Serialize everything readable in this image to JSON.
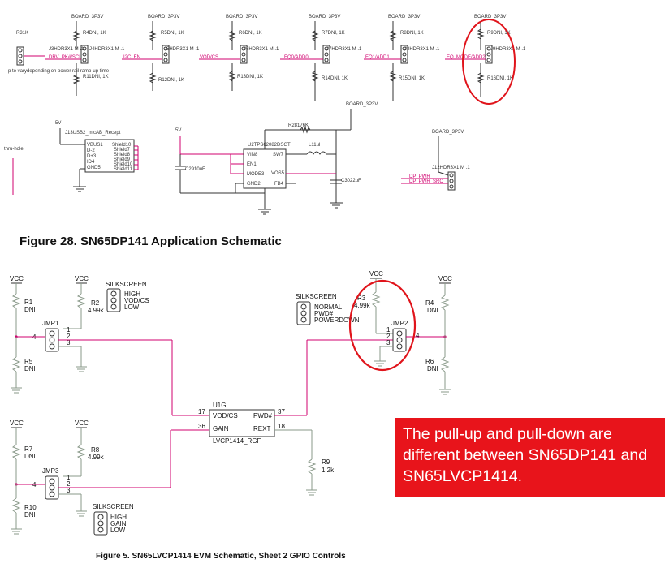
{
  "figure28": {
    "title": "Figure 28.  SN65DP141 Application Schematic",
    "board_label": "BOARD_3P3V",
    "nets": [
      "DRV_PK#/SCL",
      "I2C_EN",
      "VOD/CS",
      "EQ0/ADD0",
      "EQ1/ADD1",
      "EQ_MODE/ADD2"
    ],
    "top_resistors": [
      "R4DNI, 1K",
      "R5DNI, 1K",
      "R6DNI, 1K",
      "R7DNI, 1K",
      "R8DNI, 1K",
      "R9DNI, 1K"
    ],
    "bottom_resistors": [
      "R11DNI, 1K",
      "R12DNI, 1K",
      "R13DNI, 1K",
      "R14DNI, 1K",
      "R15DNI, 1K",
      "R16DNI, 1K"
    ],
    "headers": [
      "J4HDR3X1 M .1",
      "J5HDR3X1 M .1",
      "J6HDR3X1 M .1",
      "J7HDR3X1 M .1",
      "J8HDR3X1 M .1",
      "J9HDR3X1 M .1"
    ],
    "left_resistor": "R31K",
    "left_header": "J3HDR3X1 M .1",
    "note": "p to varydepending on power rail ramp-up time",
    "thru_hole": "thru-hole",
    "usb": {
      "v5": "5V",
      "part": "J13USB2_micAB_Recept",
      "pins_left": [
        "VBUS1",
        "D-2",
        "D+3",
        "ID4",
        "GND5"
      ],
      "pins_right": [
        "Shield10",
        "Shield7",
        "Shield8",
        "Shield9",
        "Shield10",
        "Shield11"
      ]
    },
    "regulator": {
      "v5": "5V",
      "part": "U2TPS62082DSGT",
      "pins_left": [
        "VIN8",
        "EN1",
        "MODE3",
        "GND2"
      ],
      "pins_right": [
        "SW7",
        "VOS5",
        "FB4"
      ],
      "cap_in": "C2910uF",
      "inductor": "L11uH",
      "cap_out": "C3022uF",
      "resistor": "R28176K",
      "board": "BOARD_3P3V"
    },
    "power_header": {
      "board": "BOARD_3P3V",
      "part": "J12HDR3X1 M .1",
      "nets": [
        "DP_PWR",
        "DP_PWR_SRC"
      ]
    }
  },
  "figure5": {
    "title": "Figure 5. SN65LVCP1414 EVM Schematic, Sheet 2 GPIO Controls",
    "vcc": "VCC",
    "silkscreen": "SILKSCREEN",
    "jmp1": {
      "name": "JMP1",
      "pins": [
        "1",
        "2",
        "3",
        "4"
      ],
      "silk": [
        "HIGH",
        "VOD/CS",
        "LOW"
      ]
    },
    "jmp2": {
      "name": "JMP2",
      "pins": [
        "1",
        "2",
        "3",
        "4"
      ],
      "silk": [
        "NORMAL",
        "PWD#",
        "POWERDOWN"
      ]
    },
    "jmp3": {
      "name": "JMP3",
      "pins": [
        "1",
        "2",
        "3",
        "4"
      ],
      "silk": [
        "HIGH",
        "GAIN",
        "LOW"
      ]
    },
    "resistors": {
      "r1": [
        "R1",
        "DNI"
      ],
      "r2": [
        "R2",
        "4.99k"
      ],
      "r5": [
        "R5",
        "DNI"
      ],
      "r3": [
        "R3",
        "4.99k"
      ],
      "r4": [
        "R4",
        "DNI"
      ],
      "r6": [
        "R6",
        "DNI"
      ],
      "r7": [
        "R7",
        "DNI"
      ],
      "r8": [
        "R8",
        "4.99k"
      ],
      "r10": [
        "R10",
        "DNI"
      ],
      "r9": [
        "R9",
        "1.2k"
      ]
    },
    "ic": {
      "ref": "U1G",
      "part": "LVCP1414_RGF",
      "pin_vod": "VOD/CS",
      "pin_vod_num": "17",
      "pin_gain": "GAIN",
      "pin_gain_num": "36",
      "pin_pwd": "PWD#",
      "pin_pwd_num": "37",
      "pin_rext": "REXT",
      "pin_rext_num": "18"
    }
  },
  "callout": {
    "text": "The pull-up and pull-down are different between SN65DP141 and SN65LVCP1414.",
    "color": "#e8141b"
  }
}
